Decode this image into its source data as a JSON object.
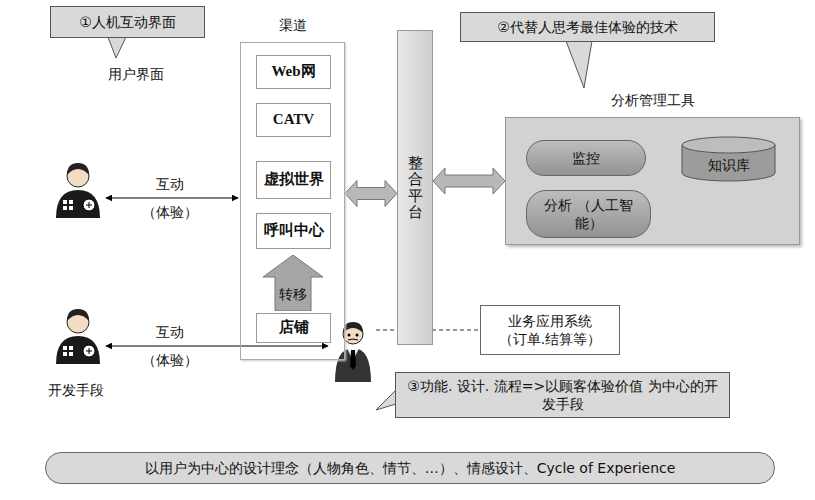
{
  "diagram": {
    "nodes": [
      {
        "text": [
          "①人机互动界面"
        ]
      },
      {
        "text": [
          "渠道"
        ]
      },
      {
        "text": [
          "Web网"
        ],
        "in": 1
      },
      {
        "text": [
          "CATV"
        ],
        "in": 1
      },
      {
        "text": [
          "虚拟世界"
        ],
        "in": 1
      },
      {
        "text": [
          "呼叫中心"
        ],
        "in": 1
      },
      {
        "text": [
          "转移"
        ],
        "in": 1
      },
      {
        "text": [
          "店铺"
        ],
        "in": 1
      },
      {
        "text": [
          "整合平台"
        ]
      },
      {
        "text": [
          "②代替人思考最佳体验的技术"
        ]
      },
      {
        "text": [
          "分析管理工具"
        ]
      },
      {
        "text": [
          "监控"
        ],
        "in": 10
      },
      {
        "text": [
          "知识库"
        ],
        "in": 10
      },
      {
        "text": [
          "分析 （人工智能）"
        ],
        "in": 10
      },
      {
        "text": [
          "业务应用系统 （订单.结算等）"
        ]
      },
      {
        "text": [
          "③功能. 设计. 流程=>以顾客体验价值 为中心的开发手段"
        ]
      },
      {
        "text": [
          "以用户为中心的设计理念（人物角色、情节、…）、情感设计、Cycle of Experience"
        ]
      }
    ],
    "edges": [
      {
        "from": 1,
        "to": 8,
        "arrow": "both"
      },
      {
        "from": 8,
        "to": 10,
        "arrow": "both"
      },
      {
        "from": 12,
        "to": 13,
        "arrow": "both"
      }
    ],
    "labels": [
      "用户界面",
      "互动",
      "（体验）",
      "互动",
      "（体验）",
      "开发手段"
    ]
  }
}
